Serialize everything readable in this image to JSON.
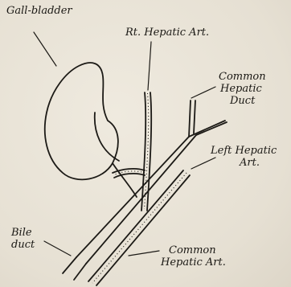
{
  "labels": {
    "gall_bladder": "Gall-bladder",
    "rt_hepatic_art": "Rt. Hepatic Art.",
    "common_hepatic_duct_line1": "Common",
    "common_hepatic_duct_line2": "Hepatic",
    "common_hepatic_duct_line3": "Duct",
    "left_hepatic_art_line1": "Left Hepatic",
    "left_hepatic_art_line2": "Art.",
    "bile_duct_line1": "Bile",
    "bile_duct_line2": "duct",
    "common_hepatic_art_line1": "Common",
    "common_hepatic_art_line2": "Hepatic Art."
  },
  "colors": {
    "paper": "#e9e4d9",
    "ink": "#1c1a16"
  }
}
